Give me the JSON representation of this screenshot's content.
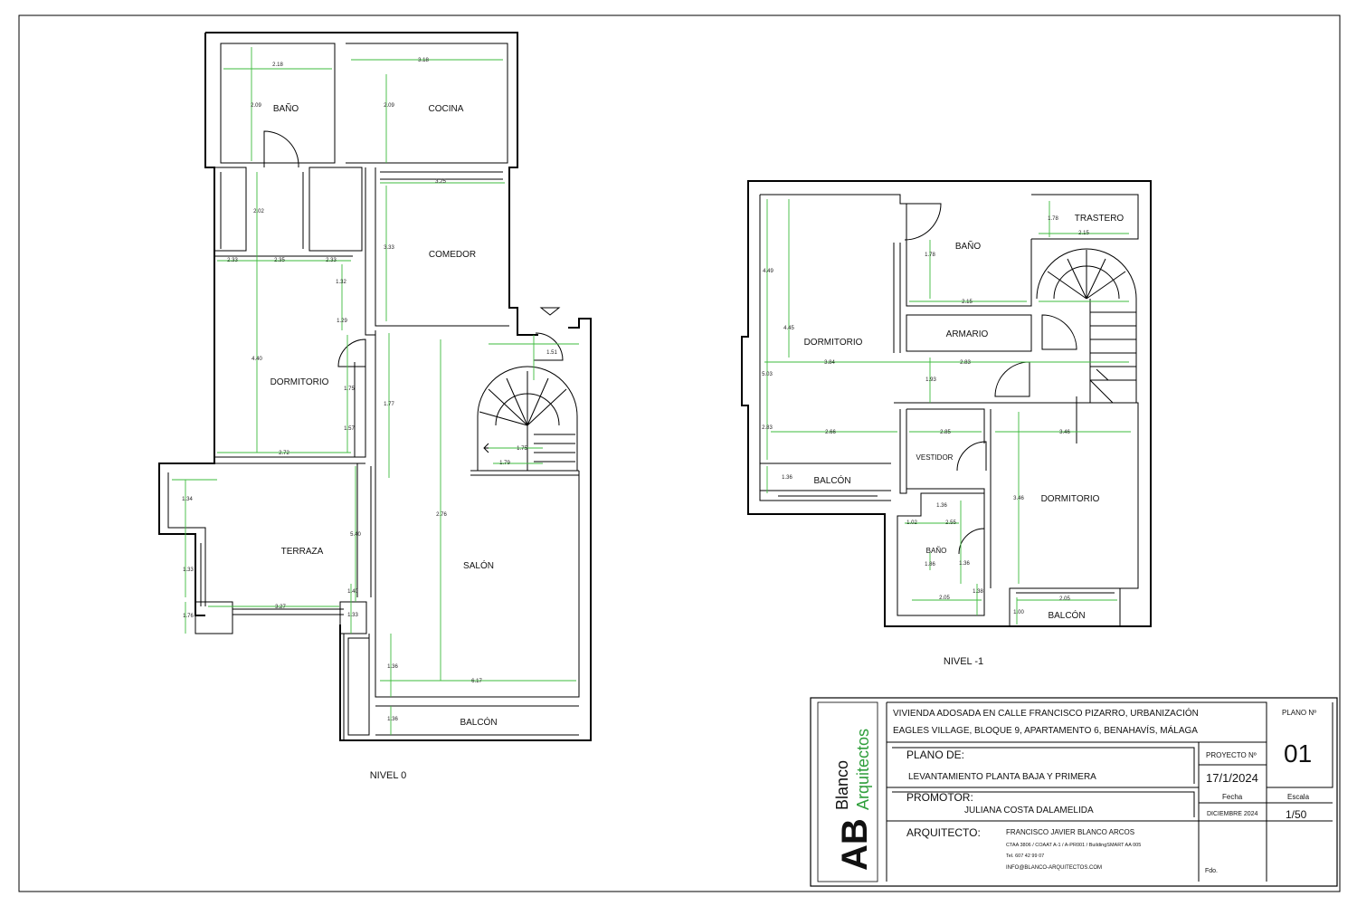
{
  "colors": {
    "dimension_green": "#3dbb3d",
    "line": "#000000",
    "logo_green": "#2e9e3a"
  },
  "level0": {
    "title": "NIVEL 0",
    "rooms": {
      "bano": "BAÑO",
      "cocina": "COCINA",
      "comedor": "COMEDOR",
      "dormitorio": "DORMITORIO",
      "terraza": "TERRAZA",
      "salon": "SALÓN",
      "balcon": "BALCÓN"
    },
    "dims": [
      "2.18",
      "2.09",
      "3.18",
      "2.09",
      "3.25",
      "3.33",
      "2.02",
      "2.33",
      "2.35",
      "2.33",
      "1.32",
      "1.29",
      "4.40",
      "1.77",
      "1.75",
      "1.57",
      "2.72",
      "1.34",
      "5.40",
      "1.33",
      "3.27",
      "1.76",
      "2.76",
      "1.40",
      "1.33",
      "1.36",
      "6.17",
      "1.36",
      "1.51",
      "1.75",
      "1.79"
    ]
  },
  "level_1": {
    "title": "NIVEL -1",
    "rooms": {
      "trastero": "TRASTERO",
      "bano": "BAÑO",
      "armario": "ARMARIO",
      "dormitorio_a": "DORMITORIO",
      "vestidor": "VESTIDOR",
      "dormitorio_b": "DORMITORIO",
      "bano2": "BAÑO",
      "balcon_a": "BALCÓN",
      "balcon_b": "BALCÓN"
    },
    "dims": [
      "1.78",
      "2.15",
      "1.78",
      "2.15",
      "4.49",
      "4.45",
      "3.84",
      "2.83",
      "5.03",
      "1.93",
      "2.83",
      "2.66",
      "2.85",
      "3.46",
      "1.36",
      "3.46",
      "1.36",
      "1.02",
      "2.55",
      "1.86",
      "1.36",
      "2.05",
      "1.38",
      "2.05",
      "1.00"
    ]
  },
  "title_block": {
    "project_line1": "VIVIENDA ADOSADA EN CALLE FRANCISCO PIZARRO, URBANIZACIÓN",
    "project_line2": "EAGLES VILLAGE, BLOQUE 9, APARTAMENTO 6, BENAHAVÍS, MÁLAGA",
    "plano_no_label": "PLANO Nº",
    "plano_no": "01",
    "plano_de_label": "PLANO DE:",
    "plano_de": "LEVANTAMIENTO PLANTA BAJA Y PRIMERA",
    "proyecto_label": "PROYECTO Nº",
    "proyecto": "17/1/2024",
    "promotor_label": "PROMOTOR:",
    "promotor": "JULIANA COSTA DALAMELIDA",
    "fecha_label": "Fecha",
    "fecha": "DICIEMBRE 2024",
    "escala_label": "Escala",
    "escala": "1/50",
    "arquitecto_label": "ARQUITECTO:",
    "arquitecto_name": "FRANCISCO JAVIER BLANCO ARCOS",
    "arquitecto_reg": "CTAA 3806 / COAAT A-1 / A-PR001 / BuildingSMART AA 005",
    "arquitecto_tel": "Tel. 607 42 99 07",
    "arquitecto_email": "INFO@BLANCO-ARQUITECTOS.COM",
    "fdo": "Fdo.",
    "logo_word1": "Blanco",
    "logo_word2": "Arquitectos",
    "logo_mark": "AB"
  }
}
